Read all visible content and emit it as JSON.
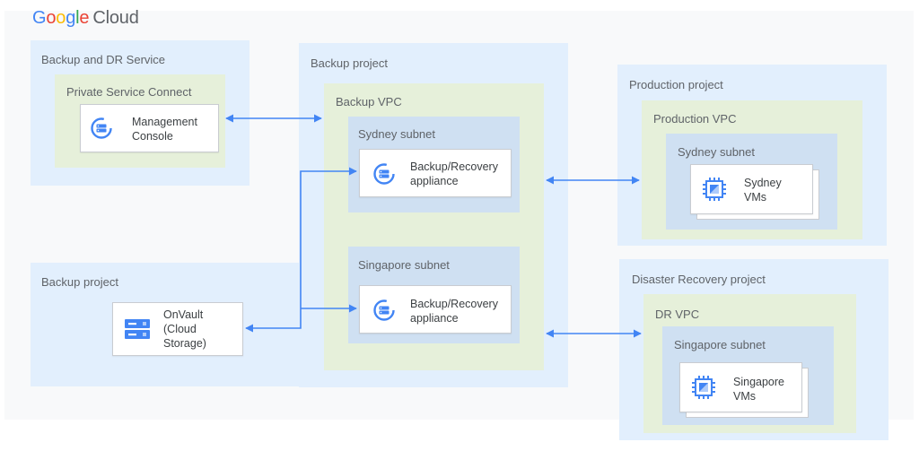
{
  "header": {
    "brand_google": [
      "G",
      "o",
      "o",
      "g",
      "l",
      "e"
    ],
    "brand_cloud": "Cloud"
  },
  "colors": {
    "google_letters": [
      "#4285f4",
      "#ea4335",
      "#fbbc04",
      "#4285f4",
      "#34a853",
      "#ea4335"
    ],
    "arrow": "#4285f4",
    "icon_blue": "#4285f4"
  },
  "areas": {
    "backup_dr_service": "Backup and DR Service",
    "private_service_connect": "Private Service Connect",
    "backup_project_main": "Backup project",
    "backup_vpc": "Backup VPC",
    "backup_sydney_subnet": "Sydney subnet",
    "backup_singapore_subnet": "Singapore subnet",
    "backup_project_storage": "Backup project",
    "production_project": "Production project",
    "production_vpc": "Production VPC",
    "production_sydney_subnet": "Sydney subnet",
    "dr_project": "Disaster Recovery project",
    "dr_vpc": "DR VPC",
    "dr_singapore_subnet": "Singapore subnet"
  },
  "nodes": {
    "management_console": [
      "Management",
      "Console"
    ],
    "appliance_sydney": [
      "Backup/Recovery",
      "appliance"
    ],
    "appliance_singapore": [
      "Backup/Recovery",
      "appliance"
    ],
    "onvault": [
      "OnVault",
      "(Cloud",
      "Storage)"
    ],
    "sydney_vms": [
      "Sydney",
      "VMs"
    ],
    "singapore_vms": [
      "Singapore",
      "VMs"
    ]
  },
  "icons": {
    "management_console": "backup-dr-icon",
    "appliance_sydney": "backup-dr-icon",
    "appliance_singapore": "backup-dr-icon",
    "onvault": "cloud-storage-icon",
    "sydney_vms": "compute-engine-icon",
    "singapore_vms": "compute-engine-icon"
  }
}
